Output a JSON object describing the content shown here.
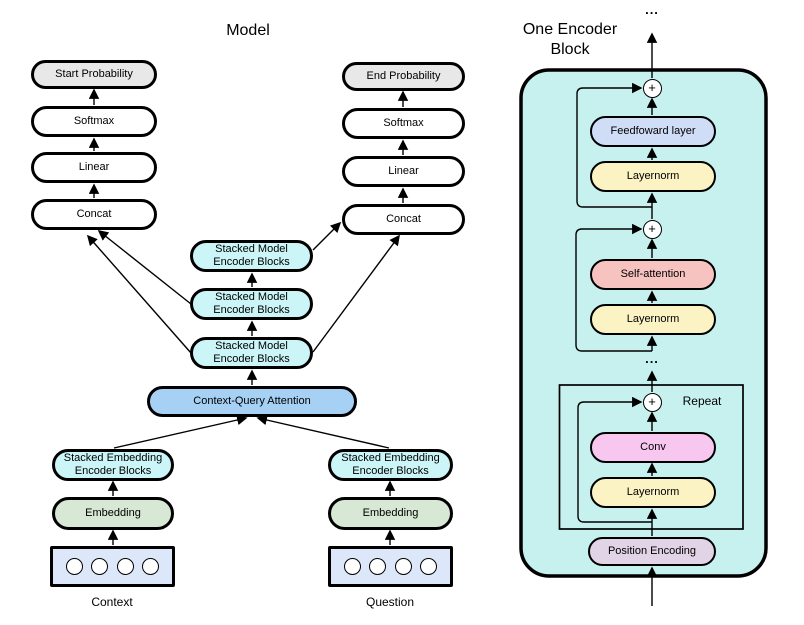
{
  "model": {
    "title": "Model",
    "left_column": [
      "Start Probability",
      "Softmax",
      "Linear",
      "Concat"
    ],
    "right_column": [
      "End Probability",
      "Softmax",
      "Linear",
      "Concat"
    ],
    "stacked_model_blocks": [
      "Stacked Model Encoder Blocks",
      "Stacked Model Encoder Blocks",
      "Stacked Model Encoder Blocks"
    ],
    "attention": "Context-Query Attention",
    "context_branch": {
      "stacked": "Stacked Embedding Encoder Blocks",
      "embedding": "Embedding",
      "input_label": "Context"
    },
    "question_branch": {
      "stacked": "Stacked Embedding Encoder Blocks",
      "embedding": "Embedding",
      "input_label": "Question"
    }
  },
  "encoder": {
    "title_line1": "One Encoder",
    "title_line2": "Block",
    "ellipsis_top": "...",
    "ellipsis_mid": "...",
    "plus": "+",
    "repeat_label": "Repeat",
    "blocks": {
      "feedforward": "Feedfoward layer",
      "layernorm_top": "Layernorm",
      "self_attention": "Self-attention",
      "layernorm_mid": "Layernorm",
      "conv": "Conv",
      "layernorm_bottom": "Layernorm",
      "position_encoding": "Position Encoding"
    }
  },
  "colors": {
    "gray_output": "#e8e8e8",
    "white": "#ffffff",
    "cyan_block": "#ccf5f7",
    "blue_attention": "#a6d1f4",
    "green_embedding": "#d7e8d4",
    "blue_input": "#dce8fa",
    "cyan_container": "#c7f1ef",
    "periwinkle_ff": "#cfdef6",
    "yellow_layernorm": "#fbf3c4",
    "salmon_attention": "#f7c3c0",
    "pink_conv": "#f8c7f0",
    "lavender_position": "#e2d4e7"
  }
}
